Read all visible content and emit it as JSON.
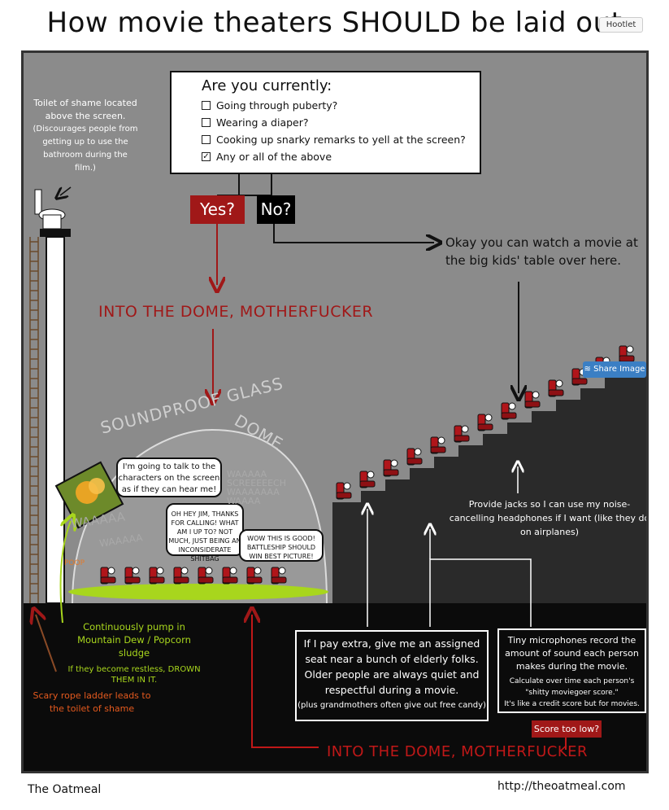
{
  "title": "How movie theaters SHOULD be laid out",
  "hootlet_label": "Hootlet",
  "quiz": {
    "title": "Are you currently:",
    "items": [
      {
        "label": "Going through puberty?",
        "checked": false
      },
      {
        "label": "Wearing a diaper?",
        "checked": false
      },
      {
        "label": "Cooking up snarky remarks to yell at the screen?",
        "checked": false
      },
      {
        "label": "Any or all of the above",
        "checked": true
      }
    ]
  },
  "buttons": {
    "yes": "Yes?",
    "no": "No?",
    "score": "Score too low?",
    "share": "Share Image"
  },
  "okay_text": "Okay you can watch a movie at the big kids' table over here.",
  "dome_arrow_label_top": "INTO THE DOME, MOTHERFUCKER",
  "dome_arrow_label_bottom": "INTO THE DOME, MOTHERFUCKER",
  "toilet": {
    "text": "Toilet of shame located above the screen.",
    "note": "(Discourages people from getting up to use the bathroom during the film.)"
  },
  "dome_label_left": "SOUNDPROOF GLASS",
  "dome_label_right": "DOME",
  "bubbles": {
    "b1": "I'm going to talk to the characters on the screen as if they can hear me!",
    "b2": "OH HEY JIM, THANKS FOR CALLING! WHAT AM I UP TO? NOT MUCH, JUST BEING AN INCONSIDERATE SHITBAG",
    "b3": "WOW THIS IS GOOD! BATTLESHIP SHOULD WIN BEST PICTURE!"
  },
  "screams": {
    "s1": "WAAAAA SCREEEEECH WAAAAAAA WAAAA",
    "s2": "WAAAAA",
    "s3": "WAAAAA",
    "poop": "POOP"
  },
  "jacks_text": "Provide jacks so I can use my noise-cancelling headphones if I want (like they do on airplanes)",
  "pump": {
    "text": "Continuously pump in Mountain Dew / Popcorn sludge",
    "note": "If they become restless, DROWN THEM IN IT."
  },
  "ladder_text": "Scary rope ladder leads to the toilet of shame",
  "seat_box": {
    "text": "If I pay extra, give me an assigned seat near a bunch of elderly folks. Older people are always quiet and respectful during a movie.",
    "note": "(plus grandmothers often give out free candy)"
  },
  "mic_box": {
    "text": "Tiny microphones record the amount of sound each person makes during the movie.",
    "small": "Calculate over time each person's \"shitty moviegoer score.\"",
    "small2": "It's like a credit score but for movies."
  },
  "footer": {
    "left": "The Oatmeal",
    "right": "http://theoatmeal.com"
  },
  "colors": {
    "red": "#a01818",
    "green": "#a8d61d",
    "orange": "#e55a1e",
    "panel": "#8b8b8b",
    "floor": "#0b0b0b"
  }
}
